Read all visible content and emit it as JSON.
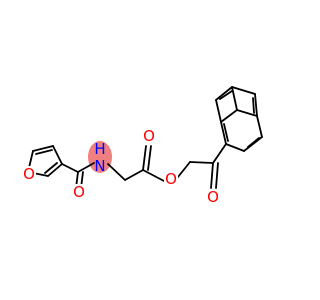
{
  "molecule": {
    "atoms": {
      "furan_oxygen": "O",
      "amide_oxygen": "O",
      "nitrogen": "H\nN",
      "ester_carbonyl_oxygen": "O",
      "ester_oxygen": "O",
      "ketone_oxygen": "O"
    },
    "colors": {
      "oxygen": "#ff0000",
      "nitrogen": "#0000ff",
      "highlight": "#f08080",
      "bond": "#000000"
    }
  }
}
